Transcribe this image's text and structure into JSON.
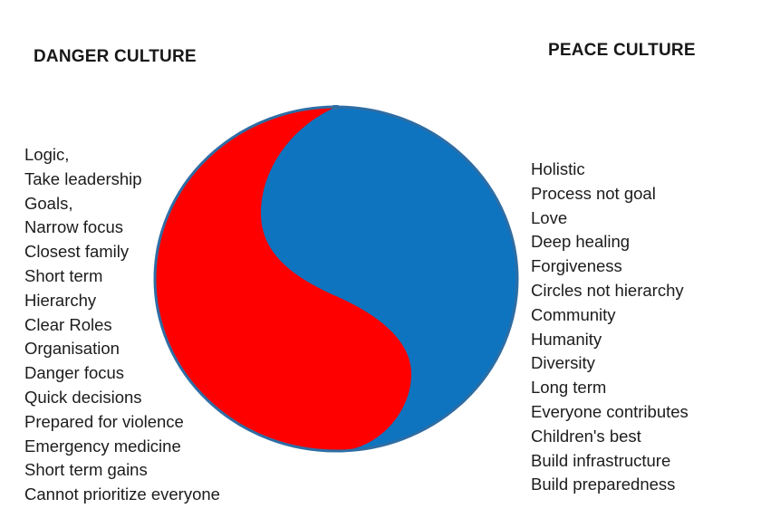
{
  "headings": {
    "left": "DANGER CULTURE",
    "right": "PEACE CULTURE"
  },
  "danger_culture": {
    "title": "DANGER CULTURE",
    "traits": [
      "Logic,",
      "Take leadership",
      "Goals,",
      "Narrow focus",
      "Closest family",
      "Short term",
      "Hierarchy",
      "Clear Roles",
      "Organisation",
      "Danger focus",
      "Quick decisions",
      "Prepared for violence",
      "Emergency medicine",
      "Short term gains",
      "Cannot prioritize everyone"
    ]
  },
  "peace_culture": {
    "title": "PEACE CULTURE",
    "traits": [
      "Holistic",
      "Process not goal",
      "Love",
      "Deep healing",
      "Forgiveness",
      "Circles not hierarchy",
      "Community",
      " Humanity",
      "Diversity",
      "Long term",
      "Everyone contributes",
      "Children's best",
      "Build infrastructure",
      "Build preparedness"
    ]
  },
  "diagram": {
    "name": "yin-yang-diagram",
    "red_color": "#FF0000",
    "blue_color": "#0E74C0",
    "outline_color": "#2E6DA4",
    "background_color": "#FFFFFF",
    "red_side": "danger",
    "blue_side": "peace"
  }
}
